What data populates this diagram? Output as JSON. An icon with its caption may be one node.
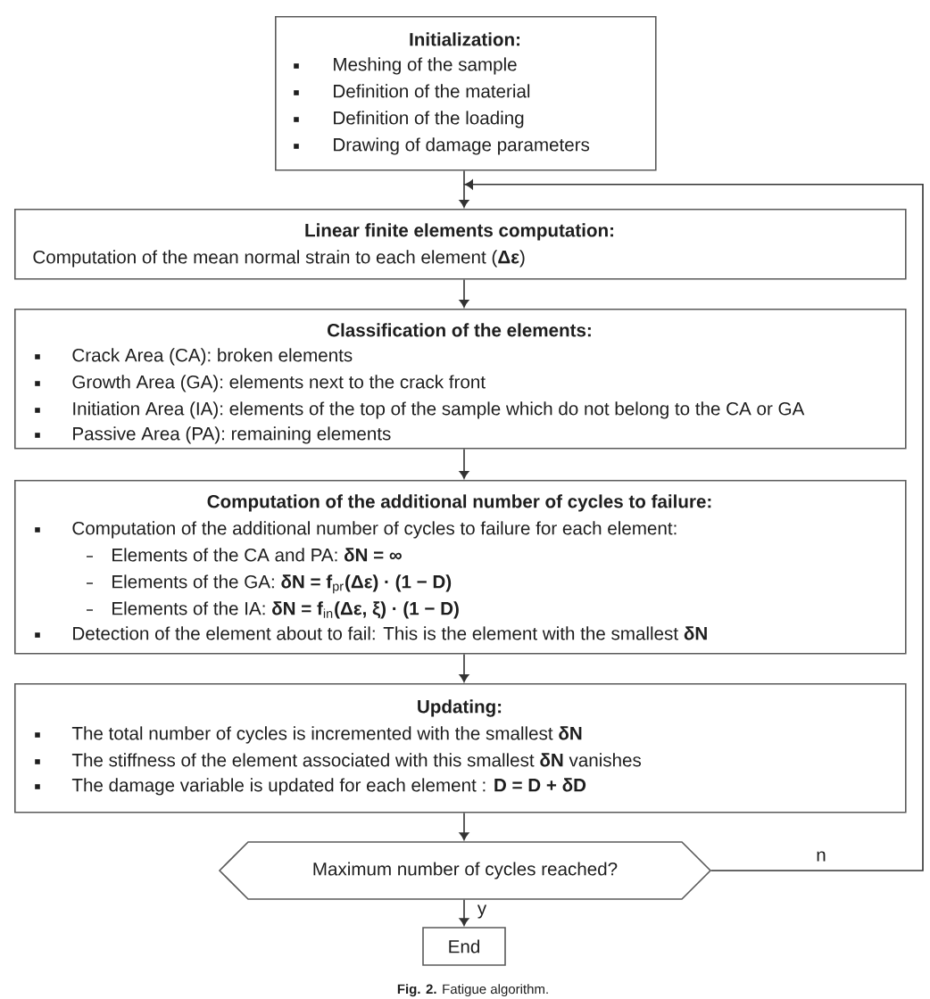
{
  "diagram": {
    "nodes": [
      {
        "text": [
          "Initialization:",
          "Meshing of the sample",
          "Definition of the material",
          "Definition of the loading",
          "Drawing of damage parameters"
        ]
      },
      {
        "text": [
          "Linear finite elements computation:",
          "Computation of the mean normal strain to each element (**Δε**)"
        ]
      },
      {
        "text": [
          "Classification of the elements:",
          "Crack Area (CA): broken elements",
          "Growth Area (GA): elements next to the crack front",
          "Initiation Area (IA): elements of the top of the sample which do not belong to the CA or GA",
          "Passive Area (PA): remaining elements"
        ]
      },
      {
        "text": [
          "Computation of the additional number of cycles to failure:",
          "Computation of the additional number of cycles to failure for each element:",
          "Elements of the CA and PA: **δN = ∞**",
          "Elements of the GA: **δN = f**$_{pr}$**(Δε) · (1 − D)**",
          "Elements of the IA: **δN = f**$_{in}$**(Δε, ξ) · (1 − D)**",
          "Detection of the element about to fail: This is the element with the smallest **δN**"
        ]
      },
      {
        "text": [
          "Updating:",
          "The total number of cycles is incremented with the smallest **δN**",
          "The stiffness of the element associated with this smallest **δN** vanishes",
          "The damage variable is updated for each element : **D = D + δD**"
        ]
      },
      {
        "text": [
          "Maximum number of cycles reached?"
        ]
      },
      {
        "text": [
          "End"
        ]
      }
    ],
    "edges": [
      {
        "from": 0,
        "to": 1,
        "arrow": "to"
      },
      {
        "from": 1,
        "to": 2,
        "arrow": "to"
      },
      {
        "from": 2,
        "to": 3,
        "arrow": "to"
      },
      {
        "from": 3,
        "to": 4,
        "arrow": "to"
      },
      {
        "from": 4,
        "to": 5,
        "arrow": "to"
      },
      {
        "from": 5,
        "to": 6,
        "arrow": "to",
        "label": "y"
      },
      {
        "from": 5,
        "to": 1,
        "arrow": "to",
        "label": "n"
      }
    ],
    "caption": "**Fig. 2.** Fatigue algorithm."
  }
}
